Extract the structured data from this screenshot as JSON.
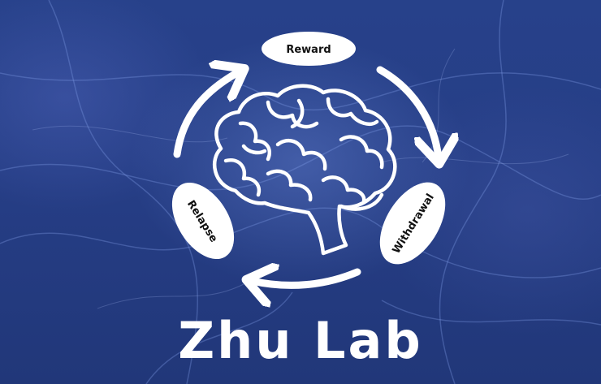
{
  "cycle": {
    "nodes": {
      "reward": "Reward",
      "withdrawal": "Withdrawal",
      "relapse": "Relapse"
    }
  },
  "lab": {
    "title": "Zhu Lab"
  },
  "icons": [
    "brain-icon",
    "cycle-arrow-icon"
  ],
  "colors": {
    "background": "#263e86",
    "foreground": "#ffffff",
    "label_text": "#111111"
  }
}
